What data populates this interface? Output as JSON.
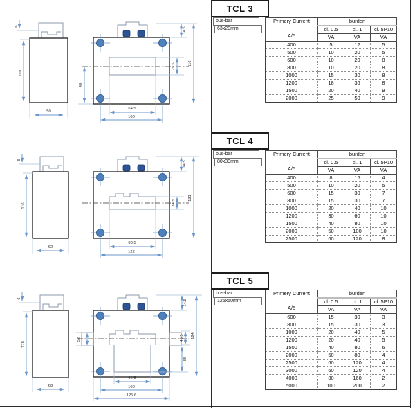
{
  "sections": [
    {
      "title": "TCL 3",
      "busbar": {
        "label": "bus-bar",
        "size": "63x20mm"
      },
      "table": {
        "primary_header": "Primery Current",
        "ratio_label": "A/5",
        "burden_header": "burden",
        "class_headers": [
          "cl. 0.5",
          "cl. 1",
          "cl. 5P10"
        ],
        "unit_labels": [
          "VA",
          "VA",
          "VA"
        ],
        "rows": [
          [
            "400",
            "5",
            "12",
            "5"
          ],
          [
            "500",
            "10",
            "20",
            "5"
          ],
          [
            "600",
            "10",
            "20",
            "8"
          ],
          [
            "800",
            "10",
            "20",
            "8"
          ],
          [
            "1000",
            "15",
            "30",
            "8"
          ],
          [
            "1200",
            "18",
            "36",
            "8"
          ],
          [
            "1500",
            "20",
            "40",
            "9"
          ],
          [
            "2000",
            "25",
            "50",
            "9"
          ]
        ]
      },
      "dims": {
        "cap_offset": "6",
        "side_height": "101",
        "side_width": "50",
        "terminal_height": "14.5",
        "front_height": "116",
        "window_height": "29.5",
        "left_offset": "49",
        "window_width": "64.5",
        "hole_spacing": "100"
      }
    },
    {
      "title": "TCL 4",
      "busbar": {
        "label": "bus-bar",
        "size": "80x30mm"
      },
      "table": {
        "primary_header": "Primery Current",
        "ratio_label": "A/5",
        "burden_header": "burden",
        "class_headers": [
          "cl. 0.5",
          "cl. 1",
          "cl. 5P10"
        ],
        "unit_labels": [
          "VA",
          "VA",
          "VA"
        ],
        "rows": [
          [
            "400",
            "8",
            "16",
            "4"
          ],
          [
            "500",
            "10",
            "20",
            "5"
          ],
          [
            "600",
            "15",
            "30",
            "7"
          ],
          [
            "800",
            "15",
            "30",
            "7"
          ],
          [
            "1000",
            "20",
            "40",
            "10"
          ],
          [
            "1200",
            "30",
            "60",
            "10"
          ],
          [
            "1500",
            "40",
            "80",
            "10"
          ],
          [
            "2000",
            "50",
            "100",
            "10"
          ],
          [
            "2500",
            "60",
            "120",
            "8"
          ]
        ]
      },
      "dims": {
        "cap_offset": "6",
        "side_height": "116",
        "side_width": "62",
        "terminal_height": "14.5",
        "front_height": "131",
        "window_height": "31.5",
        "window_width": "80.5",
        "hole_spacing": "122"
      }
    },
    {
      "title": "TCL 5",
      "busbar": {
        "label": "bus-bar",
        "size": "125x50mm"
      },
      "table": {
        "primary_header": "Primery Current",
        "ratio_label": "A/5",
        "burden_header": "burden",
        "class_headers": [
          "cl. 0.5",
          "cl. 1",
          "cl. 5P10"
        ],
        "unit_labels": [
          "VA",
          "VA",
          "VA"
        ],
        "rows": [
          [
            "600",
            "15",
            "30",
            "3"
          ],
          [
            "800",
            "15",
            "30",
            "3"
          ],
          [
            "1000",
            "20",
            "40",
            "5"
          ],
          [
            "1200",
            "20",
            "40",
            "5"
          ],
          [
            "1500",
            "40",
            "80",
            "6"
          ],
          [
            "2000",
            "50",
            "80",
            "4"
          ],
          [
            "2500",
            "60",
            "120",
            "4"
          ],
          [
            "3000",
            "60",
            "120",
            "4"
          ],
          [
            "4000",
            "80",
            "160",
            "2"
          ],
          [
            "5000",
            "100",
            "200",
            "2"
          ]
        ]
      },
      "dims": {
        "cap_offset": "6",
        "side_height": "178",
        "side_width": "68",
        "terminal_height": "14.5",
        "front_height": "194",
        "window_height": "40.5",
        "flange_height": "52",
        "lower_window_height": "85",
        "window_width": "64.5",
        "hole_spacing": "100",
        "base_width": "125.6"
      }
    }
  ]
}
